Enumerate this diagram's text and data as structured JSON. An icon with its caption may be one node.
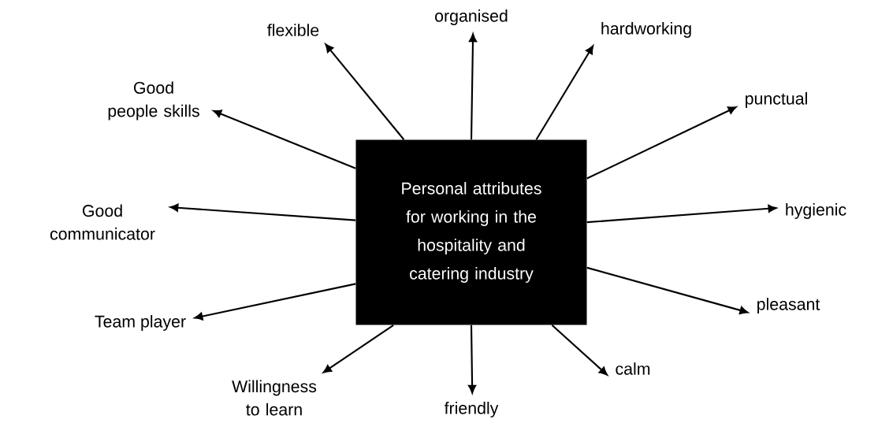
{
  "diagram": {
    "nodes": [
      {
        "text": [
          "Personal attributes for working in the hospitality and catering industry"
        ]
      },
      {
        "text": [
          "flexible"
        ]
      },
      {
        "text": [
          "organised"
        ]
      },
      {
        "text": [
          "hardworking"
        ]
      },
      {
        "text": [
          "Good people skills"
        ]
      },
      {
        "text": [
          "punctual"
        ]
      },
      {
        "text": [
          "Good communicator"
        ]
      },
      {
        "text": [
          "hygienic"
        ]
      },
      {
        "text": [
          "Team player"
        ]
      },
      {
        "text": [
          "pleasant"
        ]
      },
      {
        "text": [
          "Willingness to learn"
        ]
      },
      {
        "text": [
          "friendly"
        ]
      },
      {
        "text": [
          "calm"
        ]
      }
    ],
    "edges": [
      {
        "from": 0,
        "to": 1,
        "arrow": "to"
      },
      {
        "from": 0,
        "to": 2,
        "arrow": "to"
      },
      {
        "from": 0,
        "to": 3,
        "arrow": "to"
      },
      {
        "from": 0,
        "to": 4,
        "arrow": "to"
      },
      {
        "from": 0,
        "to": 5,
        "arrow": "to"
      },
      {
        "from": 0,
        "to": 6,
        "arrow": "to"
      },
      {
        "from": 0,
        "to": 7,
        "arrow": "to"
      },
      {
        "from": 0,
        "to": 8,
        "arrow": "to"
      },
      {
        "from": 0,
        "to": 9,
        "arrow": "to"
      },
      {
        "from": 0,
        "to": 10,
        "arrow": "to"
      },
      {
        "from": 0,
        "to": 11,
        "arrow": "to"
      },
      {
        "from": 0,
        "to": 12,
        "arrow": "to"
      }
    ]
  }
}
